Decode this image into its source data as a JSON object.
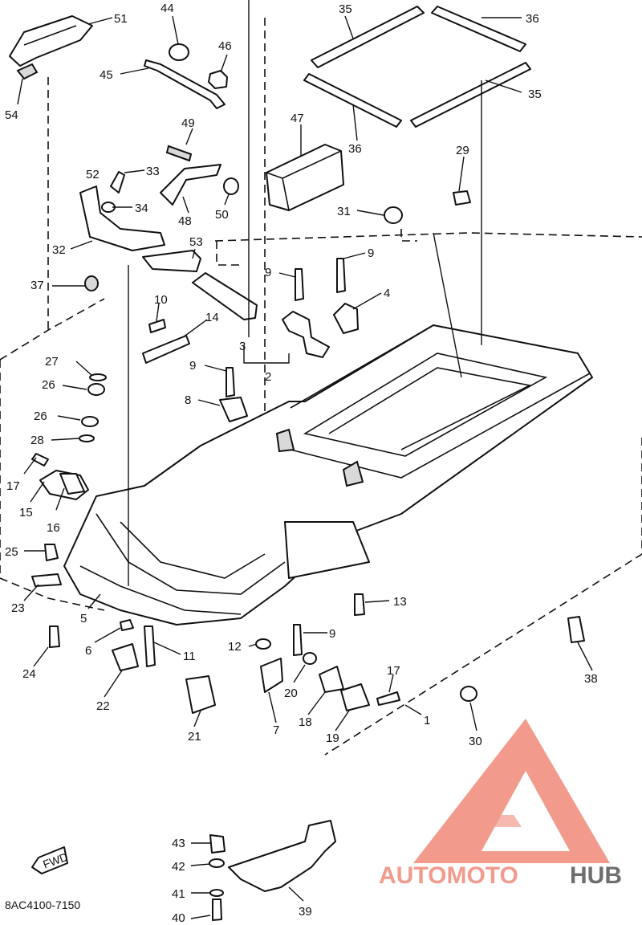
{
  "callouts": [
    {
      "id": "c51",
      "text": "51"
    },
    {
      "id": "c54",
      "text": "54"
    },
    {
      "id": "c44",
      "text": "44"
    },
    {
      "id": "c46",
      "text": "46"
    },
    {
      "id": "c45",
      "text": "45"
    },
    {
      "id": "c35a",
      "text": "35"
    },
    {
      "id": "c36a",
      "text": "36"
    },
    {
      "id": "c35b",
      "text": "35"
    },
    {
      "id": "c36b",
      "text": "36"
    },
    {
      "id": "c47",
      "text": "47"
    },
    {
      "id": "c49",
      "text": "49"
    },
    {
      "id": "c52",
      "text": "52"
    },
    {
      "id": "c33",
      "text": "33"
    },
    {
      "id": "c34",
      "text": "34"
    },
    {
      "id": "c48",
      "text": "48"
    },
    {
      "id": "c50",
      "text": "50"
    },
    {
      "id": "c29",
      "text": "29"
    },
    {
      "id": "c31",
      "text": "31"
    },
    {
      "id": "c32",
      "text": "32"
    },
    {
      "id": "c53",
      "text": "53"
    },
    {
      "id": "c9a",
      "text": "9"
    },
    {
      "id": "c9b",
      "text": "9"
    },
    {
      "id": "c37",
      "text": "37"
    },
    {
      "id": "c4",
      "text": "4"
    },
    {
      "id": "c10",
      "text": "10"
    },
    {
      "id": "c14",
      "text": "14"
    },
    {
      "id": "c3",
      "text": "3"
    },
    {
      "id": "c2",
      "text": "2"
    },
    {
      "id": "c27",
      "text": "27"
    },
    {
      "id": "c9c",
      "text": "9"
    },
    {
      "id": "c26a",
      "text": "26"
    },
    {
      "id": "c8",
      "text": "8"
    },
    {
      "id": "c26b",
      "text": "26"
    },
    {
      "id": "c28",
      "text": "28"
    },
    {
      "id": "c17a",
      "text": "17"
    },
    {
      "id": "c15",
      "text": "15"
    },
    {
      "id": "c16",
      "text": "16"
    },
    {
      "id": "c25",
      "text": "25"
    },
    {
      "id": "c23",
      "text": "23"
    },
    {
      "id": "c5",
      "text": "5"
    },
    {
      "id": "c13",
      "text": "13"
    },
    {
      "id": "c24",
      "text": "24"
    },
    {
      "id": "c6",
      "text": "6"
    },
    {
      "id": "c11",
      "text": "11"
    },
    {
      "id": "c12",
      "text": "12"
    },
    {
      "id": "c9d",
      "text": "9"
    },
    {
      "id": "c38",
      "text": "38"
    },
    {
      "id": "c22",
      "text": "22"
    },
    {
      "id": "c17b",
      "text": "17"
    },
    {
      "id": "c20",
      "text": "20"
    },
    {
      "id": "c18",
      "text": "18"
    },
    {
      "id": "c1",
      "text": "1"
    },
    {
      "id": "c21",
      "text": "21"
    },
    {
      "id": "c7",
      "text": "7"
    },
    {
      "id": "c19",
      "text": "19"
    },
    {
      "id": "c30",
      "text": "30"
    },
    {
      "id": "c43",
      "text": "43"
    },
    {
      "id": "c42",
      "text": "42"
    },
    {
      "id": "c41",
      "text": "41"
    },
    {
      "id": "c39",
      "text": "39"
    },
    {
      "id": "c40",
      "text": "40"
    }
  ],
  "diagram_code": "8AC4100-7150",
  "fwd_label": "FWD",
  "watermark": {
    "part1": "AUTOMOTO",
    "part2": "HUB",
    "color_accent": "#f08a7a",
    "color_dark": "#555555"
  }
}
